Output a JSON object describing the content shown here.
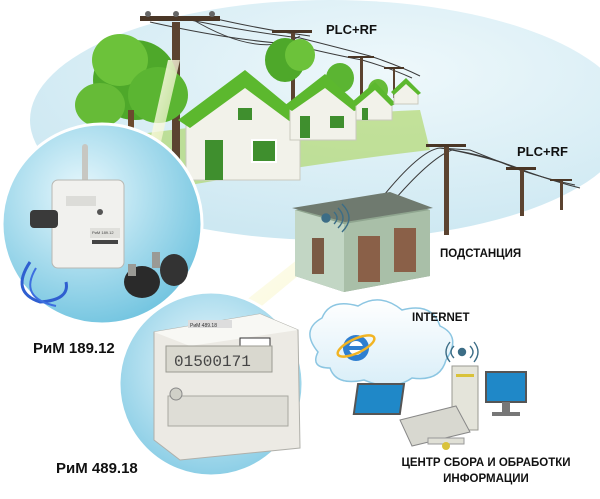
{
  "labels": {
    "plc_rf_top": "PLC+RF",
    "plc_rf_right": "PLC+RF",
    "substation": "ПОДСТАНЦИЯ",
    "internet": "INTERNET",
    "center_line1": "ЦЕНТР СБОРА И ОБРАБОТКИ",
    "center_line2": "ИНФОРМАЦИИ",
    "meter1_name": "РиМ 189.12",
    "meter2_name": "РиМ 489.18"
  },
  "device_text": {
    "meter1_plate": "РиМ 189.12",
    "meter2_plate": "РиМ 489.18",
    "meter2_reading": "01500171"
  },
  "colors": {
    "sky": "#d7eef6",
    "grass": "#9ccc3c",
    "roof": "#5cb82e",
    "wall": "#f2f2ea",
    "door": "#3f8f2e",
    "pole": "#5b4330",
    "circle": "#8fd0e6",
    "beam": "#fdfbd0"
  },
  "icons": {
    "internet_icon": "internet-explorer-logo",
    "wifi": "radio-waves-icon",
    "computer": "desktop-computer-icon"
  }
}
